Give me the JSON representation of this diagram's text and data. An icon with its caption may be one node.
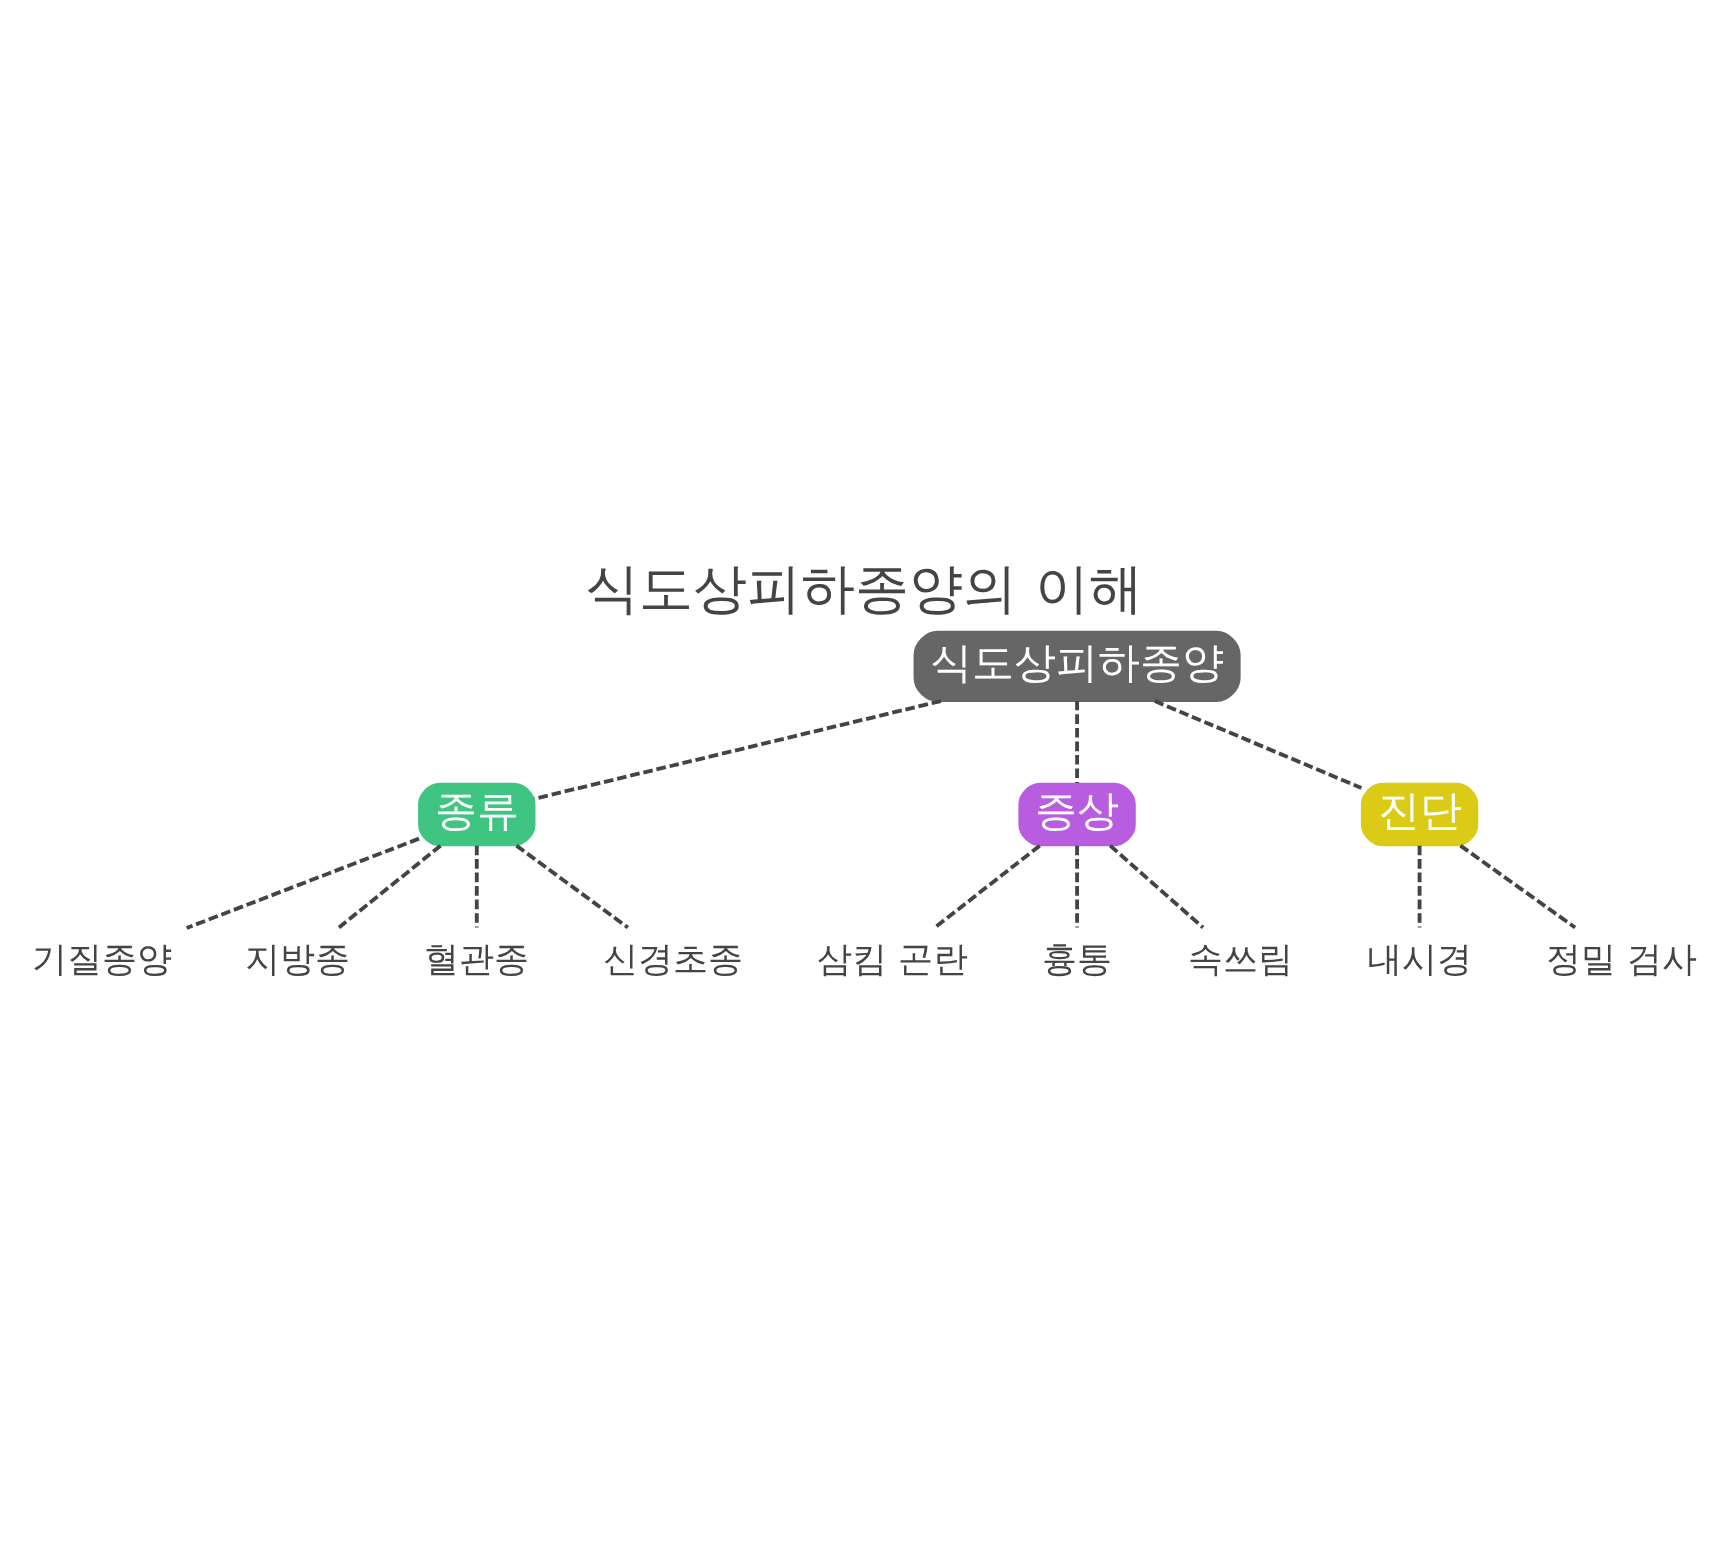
{
  "diagram": {
    "title": "식도상피하종양의 이해",
    "nodes": [
      {
        "text": [
          "식도상피하종양"
        ]
      },
      {
        "text": [
          "종류"
        ]
      },
      {
        "text": [
          "기질종양"
        ]
      },
      {
        "text": [
          "지방종"
        ]
      },
      {
        "text": [
          "혈관종"
        ]
      },
      {
        "text": [
          "신경초종"
        ]
      },
      {
        "text": [
          "증상"
        ]
      },
      {
        "text": [
          "삼킴 곤란"
        ]
      },
      {
        "text": [
          "흉통"
        ]
      },
      {
        "text": [
          "속쓰림"
        ]
      },
      {
        "text": [
          "진단"
        ]
      },
      {
        "text": [
          "내시경"
        ]
      },
      {
        "text": [
          "정밀 검사"
        ]
      }
    ],
    "edges": [
      {
        "from": 0,
        "to": 1,
        "arrow": "none",
        "style": "dashed"
      },
      {
        "from": 0,
        "to": 6,
        "arrow": "none",
        "style": "dashed"
      },
      {
        "from": 0,
        "to": 10,
        "arrow": "none",
        "style": "dashed"
      },
      {
        "from": 1,
        "to": 2,
        "arrow": "none",
        "style": "dashed"
      },
      {
        "from": 1,
        "to": 3,
        "arrow": "none",
        "style": "dashed"
      },
      {
        "from": 1,
        "to": 4,
        "arrow": "none",
        "style": "dashed"
      },
      {
        "from": 1,
        "to": 5,
        "arrow": "none",
        "style": "dashed"
      },
      {
        "from": 6,
        "to": 7,
        "arrow": "none",
        "style": "dashed"
      },
      {
        "from": 6,
        "to": 8,
        "arrow": "none",
        "style": "dashed"
      },
      {
        "from": 6,
        "to": 9,
        "arrow": "none",
        "style": "dashed"
      },
      {
        "from": 10,
        "to": 11,
        "arrow": "none",
        "style": "dashed"
      },
      {
        "from": 10,
        "to": 12,
        "arrow": "none",
        "style": "dashed"
      }
    ]
  }
}
